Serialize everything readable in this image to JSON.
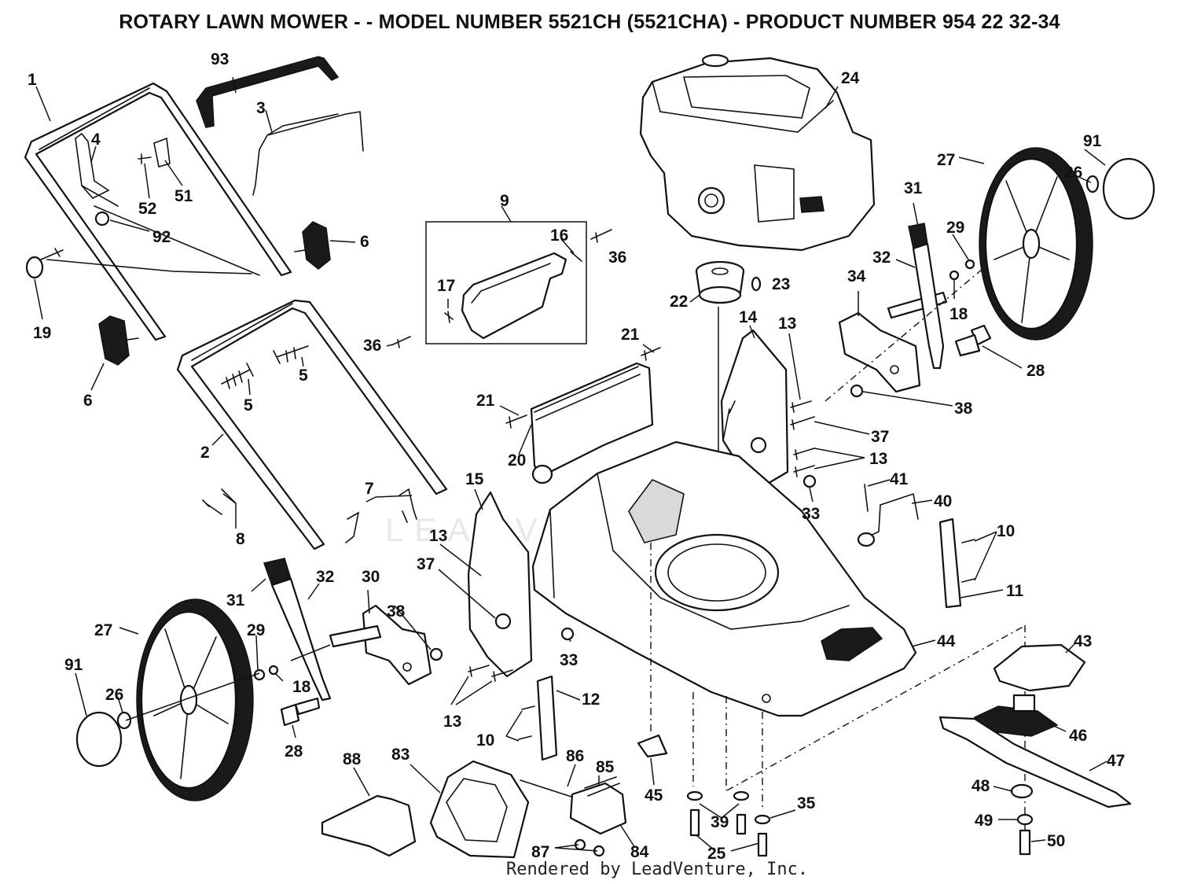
{
  "title": "ROTARY LAWN MOWER - - MODEL NUMBER 5521CH (5521CHA) - PRODUCT NUMBER 954 22 32-34",
  "watermark": "LEADVENTURE",
  "footer": "Rendered by LeadVenture, Inc.",
  "callouts": [
    "1",
    "2",
    "3",
    "4",
    "5",
    "5",
    "6",
    "6",
    "7",
    "8",
    "9",
    "10",
    "10",
    "11",
    "12",
    "13",
    "13",
    "13",
    "13",
    "14",
    "15",
    "16",
    "17",
    "18",
    "18",
    "19",
    "20",
    "21",
    "21",
    "22",
    "23",
    "24",
    "25",
    "26",
    "26",
    "27",
    "27",
    "28",
    "28",
    "29",
    "29",
    "30",
    "31",
    "31",
    "32",
    "32",
    "33",
    "33",
    "34",
    "35",
    "36",
    "36",
    "37",
    "37",
    "38",
    "38",
    "39",
    "40",
    "41",
    "43",
    "44",
    "45",
    "46",
    "47",
    "48",
    "49",
    "50",
    "51",
    "52",
    "83",
    "84",
    "85",
    "86",
    "87",
    "88",
    "91",
    "91",
    "92",
    "93"
  ]
}
